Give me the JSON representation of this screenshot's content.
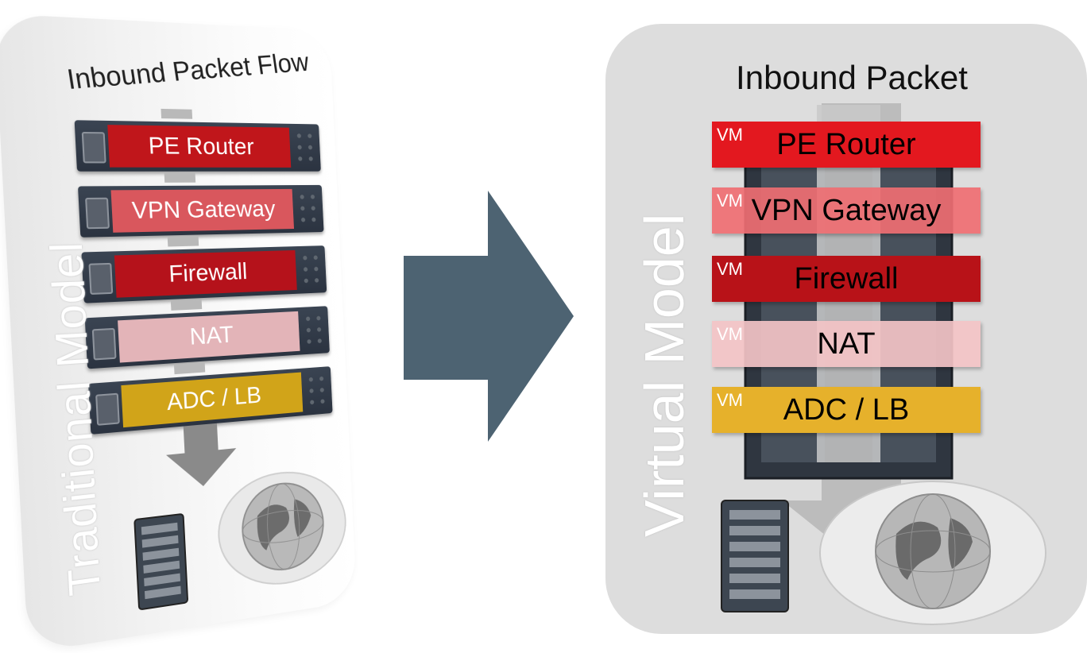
{
  "traditional": {
    "title": "Inbound Packet Flow",
    "model_label": "Traditional Model",
    "appliances": [
      {
        "label": "PE Router",
        "color": "#c0161b"
      },
      {
        "label": "VPN Gateway",
        "color": "#d9575d"
      },
      {
        "label": "Firewall",
        "color": "#b5121b"
      },
      {
        "label": "NAT",
        "color": "#e3b4b8"
      },
      {
        "label": "ADC / LB",
        "color": "#d1a419"
      }
    ]
  },
  "virtual": {
    "title": "Inbound Packet",
    "model_label": "Virtual Model",
    "vm_tag": "VM",
    "functions": [
      {
        "label": "PE Router",
        "color": "#e3181f"
      },
      {
        "label": "VPN Gateway",
        "color": "#ef6e72"
      },
      {
        "label": "Firewall",
        "color": "#b81218"
      },
      {
        "label": "NAT",
        "color": "#f3c3c6"
      },
      {
        "label": "ADC / LB",
        "color": "#e6b12b"
      }
    ]
  },
  "icons": {
    "transition_arrow": "right-arrow-icon",
    "server": "server-rack-icon",
    "internet": "globe-cloud-icon"
  },
  "colors": {
    "arrow": "#4d6372",
    "card_virtual": "#dddddd",
    "server_tower": "#3d4651"
  }
}
